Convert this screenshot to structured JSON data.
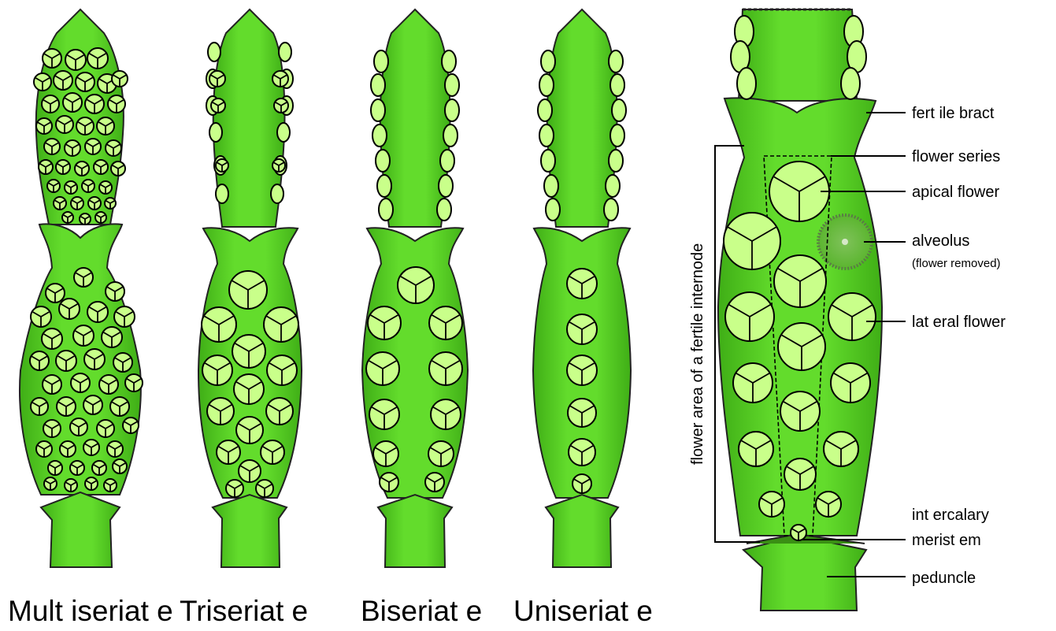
{
  "colors": {
    "stem": "#5fd42a",
    "stem_dark": "#3a9c14",
    "flower": "#c9ff8a",
    "outline": "#222222"
  },
  "captions": {
    "multiseriate": "Mult iseriat e",
    "triseriate": "Triseriat e",
    "biseriate": "Biseriat e",
    "uniseriate": "Uniseriat e"
  },
  "detail_labels": {
    "fertile_bract": "fert ile bract",
    "flower_series": "flower series",
    "apical_flower": "apical flower",
    "alveolus": "alveolus",
    "alveolus_note": "(flower removed)",
    "lateral_flower": "lat eral flower",
    "intercalary": "int ercalary",
    "meristem": "merist em",
    "peduncle": "peduncle",
    "flower_area": "flower area of a fertile internode"
  }
}
